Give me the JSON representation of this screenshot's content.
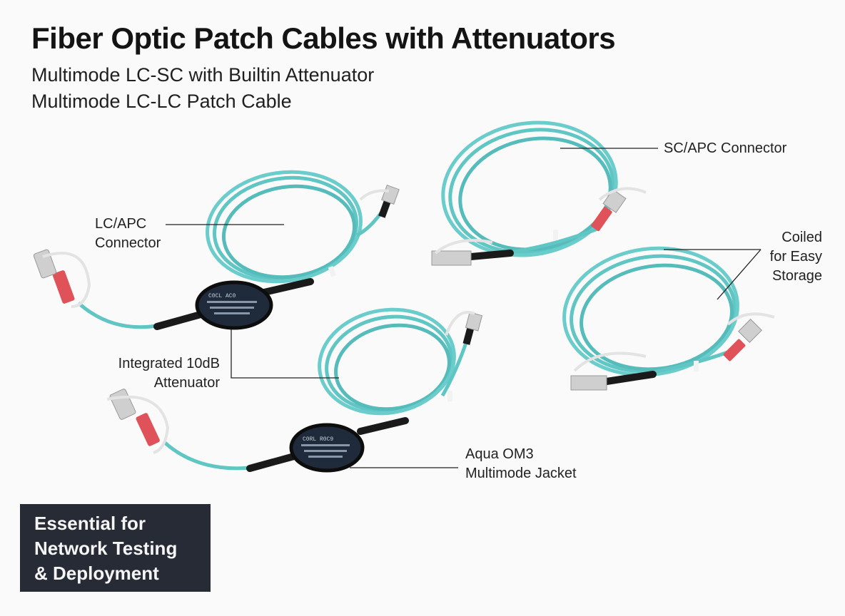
{
  "header": {
    "title": "Fiber Optic Patch Cables with Attenuators",
    "subtitles": [
      "Multimode LC-SC with Builtin Attenuator",
      "Multimode LC-LC Patch Cable"
    ]
  },
  "callouts": {
    "lc_apc": [
      "LC/APC",
      "Connector"
    ],
    "sc_apc": "SC/APC Connector",
    "coiled": [
      "Coiled",
      "for Easy",
      "Storage"
    ],
    "attenuator": [
      "Integrated 10dB",
      "Attenuator"
    ],
    "jacket": [
      "Aqua OM3",
      "Multimode Jacket"
    ]
  },
  "badge": {
    "lines": [
      "Essential for",
      "Network Testing",
      "& Deployment"
    ]
  },
  "colors": {
    "cable_aqua": "#5fc6c4",
    "boot_red": "#e0525a",
    "attenuator_body": "#1f2a3a",
    "badge_bg": "#262b36"
  }
}
